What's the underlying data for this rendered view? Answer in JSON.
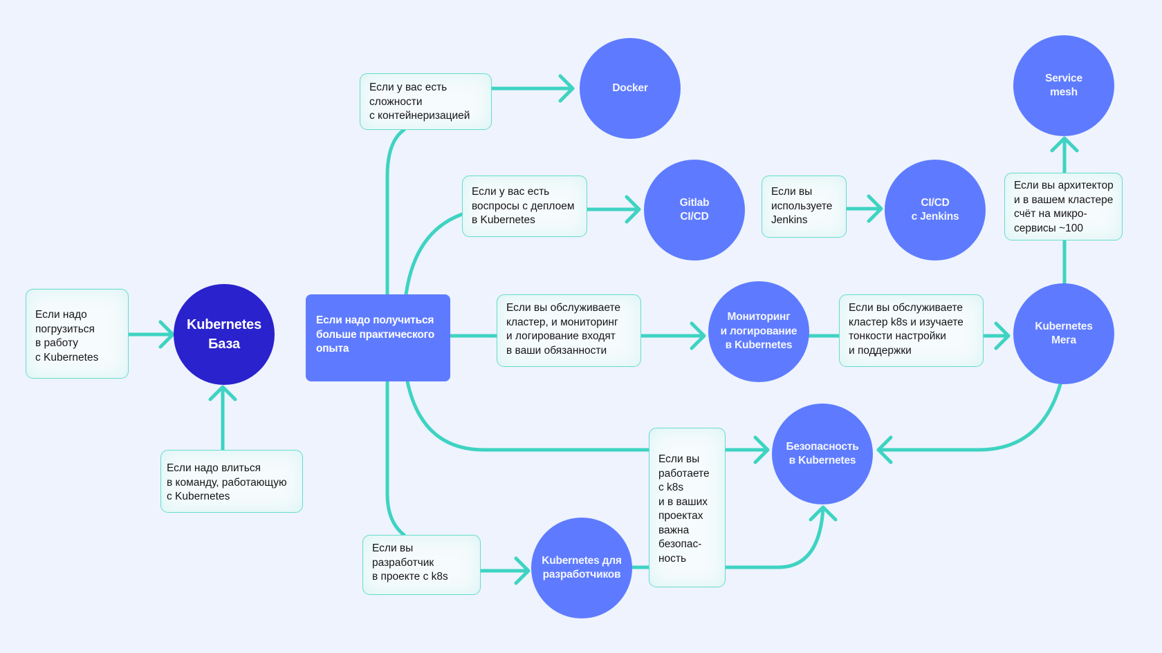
{
  "colors": {
    "background": "#eef3fd",
    "connector": "#3ed3c2",
    "node_primary": "#5e7bff",
    "node_base": "#2a22cc",
    "note_border": "#63dccb"
  },
  "nodes": {
    "kubernetes_base": "Kubernetes\nБаза",
    "docker": "Docker",
    "gitlab_cicd": "Gitlab\nCI/CD",
    "cicd_jenkins": "CI/CD\nс Jenkins",
    "service_mesh": "Service\nmesh",
    "monitoring": "Мониторинг\nи логирование\nв Kubernetes",
    "kubernetes_mega": "Kubernetes\nMега",
    "security": "Безопасность\nв Kubernetes",
    "k8s_for_devs": "Kubernetes для\nразработчиков"
  },
  "hub": {
    "label": "Если надо получиться\nбольше практического\nопыта"
  },
  "notes": {
    "dive_into_work": "Если надо\nпогрузиться\nв работу\nс Kubernetes",
    "join_team": "Если надо влиться\nв команду, работающую\nс Kubernetes",
    "containerization": "Если у вас есть\nсложности\nс контейнеризацией",
    "deploy_questions": "Если у вас есть\nвоспросы с деплоем\nв Kubernetes",
    "use_jenkins": "Если вы\nиспользуете\nJenkins",
    "architect": "Если вы архитектор\nи в вашем кластере\nсчёт на микро-\nсервисы ~100",
    "cluster_monitoring": "Если вы обслуживаете\nкластер, и мониторинг\nи логирование входят\nв ваши обязанности",
    "cluster_tuning": "Если вы обслуживаете\nкластер k8s и изучаете\nтонкости настройки\nи поддержки",
    "security_projects": "Если вы\nработаете\nс k8s\nи в ваших\nпроектах\nважна\nбезопас-\nность",
    "developer": "Если вы\nразработчик\nв проекте с k8s"
  }
}
